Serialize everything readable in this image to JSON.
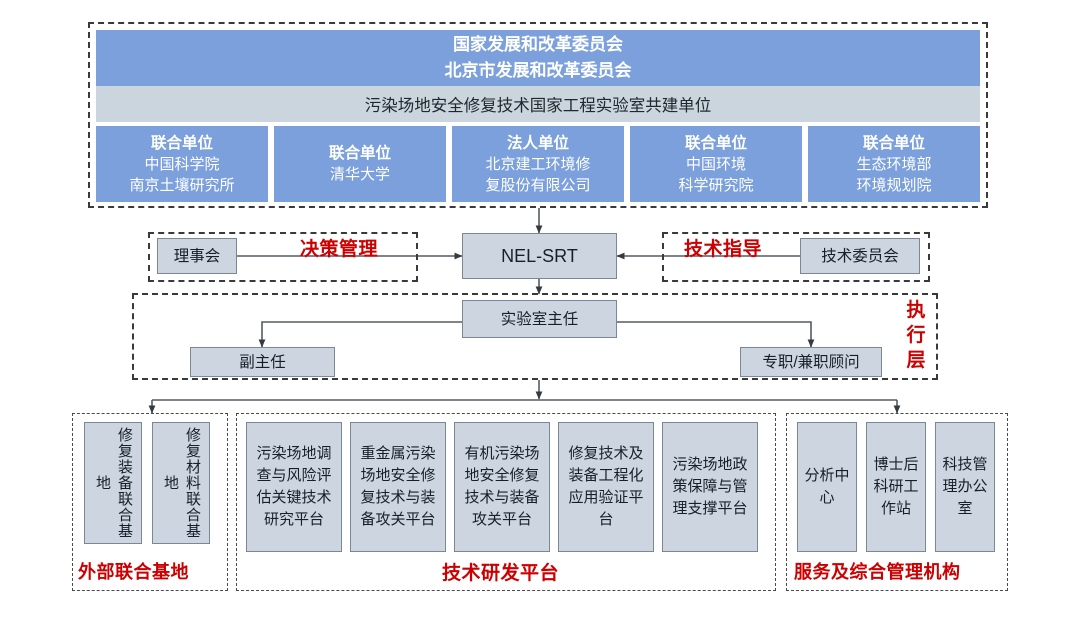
{
  "diagram": {
    "title_line1": "国家发展和改革委员会",
    "title_line2": "北京市发展和改革委员会",
    "subtitle": "污染场地安全修复技术国家工程实验室共建单位"
  },
  "units": [
    {
      "role": "联合单位",
      "name_line1": "中国科学院",
      "name_line2": "南京土壤研究所"
    },
    {
      "role": "联合单位",
      "name_line1": "清华大学",
      "name_line2": ""
    },
    {
      "role": "法人单位",
      "name_line1": "北京建工环境修",
      "name_line2": "复股份有限公司"
    },
    {
      "role": "联合单位",
      "name_line1": "中国环境",
      "name_line2": "科学研究院"
    },
    {
      "role": "联合单位",
      "name_line1": "生态环境部",
      "name_line2": "环境规划院"
    }
  ],
  "governance": {
    "board": "理事会",
    "board_label": "决策管理",
    "center": "NEL-SRT",
    "tech_committee": "技术委员会",
    "tech_label": "技术指导"
  },
  "executive": {
    "director": "实验室主任",
    "deputy": "副主任",
    "advisor": "专职/兼职顾问",
    "layer_label": "执行层"
  },
  "external_bases": {
    "label": "外部联合基地",
    "items": [
      "修复装备联合基地",
      "修复材料联合基地"
    ]
  },
  "rd_platforms": {
    "label": "技术研发平台",
    "items": [
      "污染场地调查与风险评估关键技术研究平台",
      "重金属污染场地安全修复技术与装备攻关平台",
      "有机污染场地安全修复技术与装备攻关平台",
      "修复技术及装备工程化应用验证平台",
      "污染场地政策保障与管理支撑平台"
    ]
  },
  "services": {
    "label": "服务及综合管理机构",
    "items": [
      "分析中心",
      "博士后科研工作站",
      "科技管理办公室"
    ]
  },
  "colors": {
    "brand_blue": "#7BA0DC",
    "band_grey": "#CBD5DD",
    "box_grey": "#CDD6E0",
    "accent_red": "#CC0000",
    "line": "#555c63"
  }
}
